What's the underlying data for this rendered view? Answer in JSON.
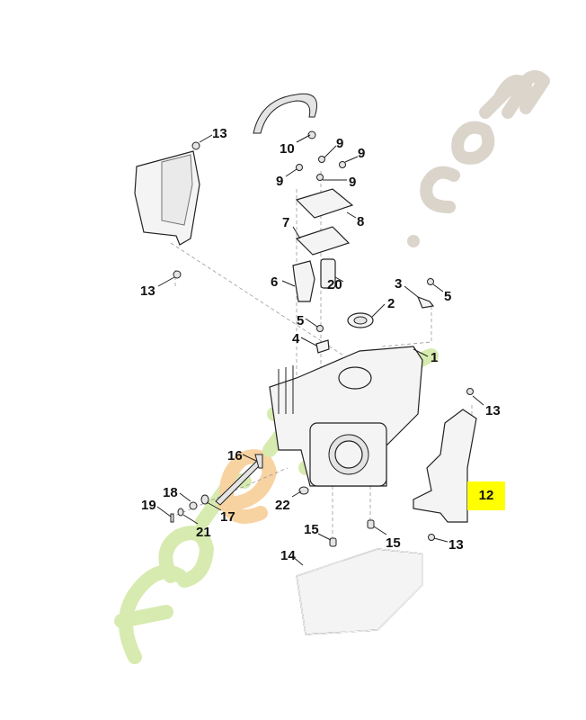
{
  "diagram": {
    "watermark": {
      "text": "foret-jardin.com",
      "part1": "forêt",
      "part2": "jardin",
      "part3": ".com",
      "colors": {
        "green": "#c8e49a",
        "orange": "#f7c98a",
        "gray": "#cfc8bd"
      }
    },
    "highlighted_part": "12",
    "highlight_color": "#ffff00",
    "callouts": [
      "13",
      "10",
      "9",
      "9",
      "9",
      "9",
      "8",
      "7",
      "13",
      "6",
      "20",
      "3",
      "5",
      "2",
      "5",
      "4",
      "1",
      "13",
      "16",
      "18",
      "19",
      "22",
      "17",
      "21",
      "15",
      "15",
      "13",
      "14",
      "12"
    ]
  }
}
